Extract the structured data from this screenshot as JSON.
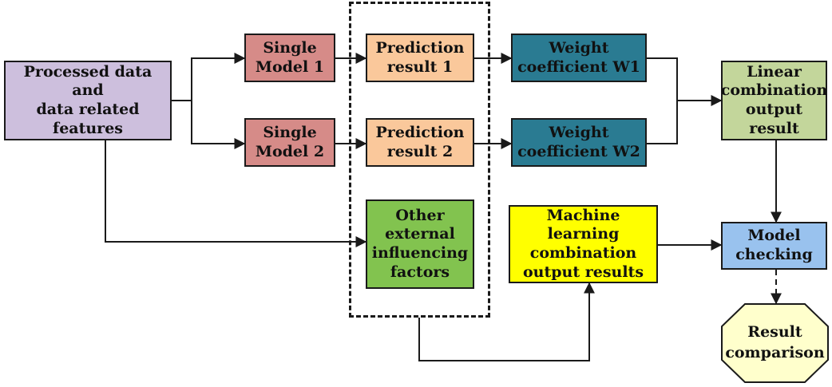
{
  "nodes": {
    "input": {
      "label": "Processed data and\ndata related features",
      "color": "#cdbfdd"
    },
    "model1": {
      "label": "Single\nModel 1",
      "color": "#d68b88"
    },
    "model2": {
      "label": "Single\nModel 2",
      "color": "#d68b88"
    },
    "pred1": {
      "label": "Prediction\nresult 1",
      "color": "#fac89b"
    },
    "pred2": {
      "label": "Prediction\nresult 2",
      "color": "#fac89b"
    },
    "other": {
      "label": "Other\nexternal\ninfluencing\nfactors",
      "color": "#82c34f"
    },
    "w1": {
      "label": "Weight\ncoefficient W1",
      "color": "#2a7b92"
    },
    "w2": {
      "label": "Weight\ncoefficient W2",
      "color": "#2a7b92"
    },
    "ml": {
      "label": "Machine learning\ncombination\noutput results",
      "color": "#ffff00"
    },
    "linear": {
      "label": "Linear\ncombination\noutput result",
      "color": "#c3d69b"
    },
    "check": {
      "label": "Model\nchecking",
      "color": "#99c2ee"
    },
    "compare": {
      "label": "Result\ncomparison",
      "color": "#ffffcc"
    }
  }
}
